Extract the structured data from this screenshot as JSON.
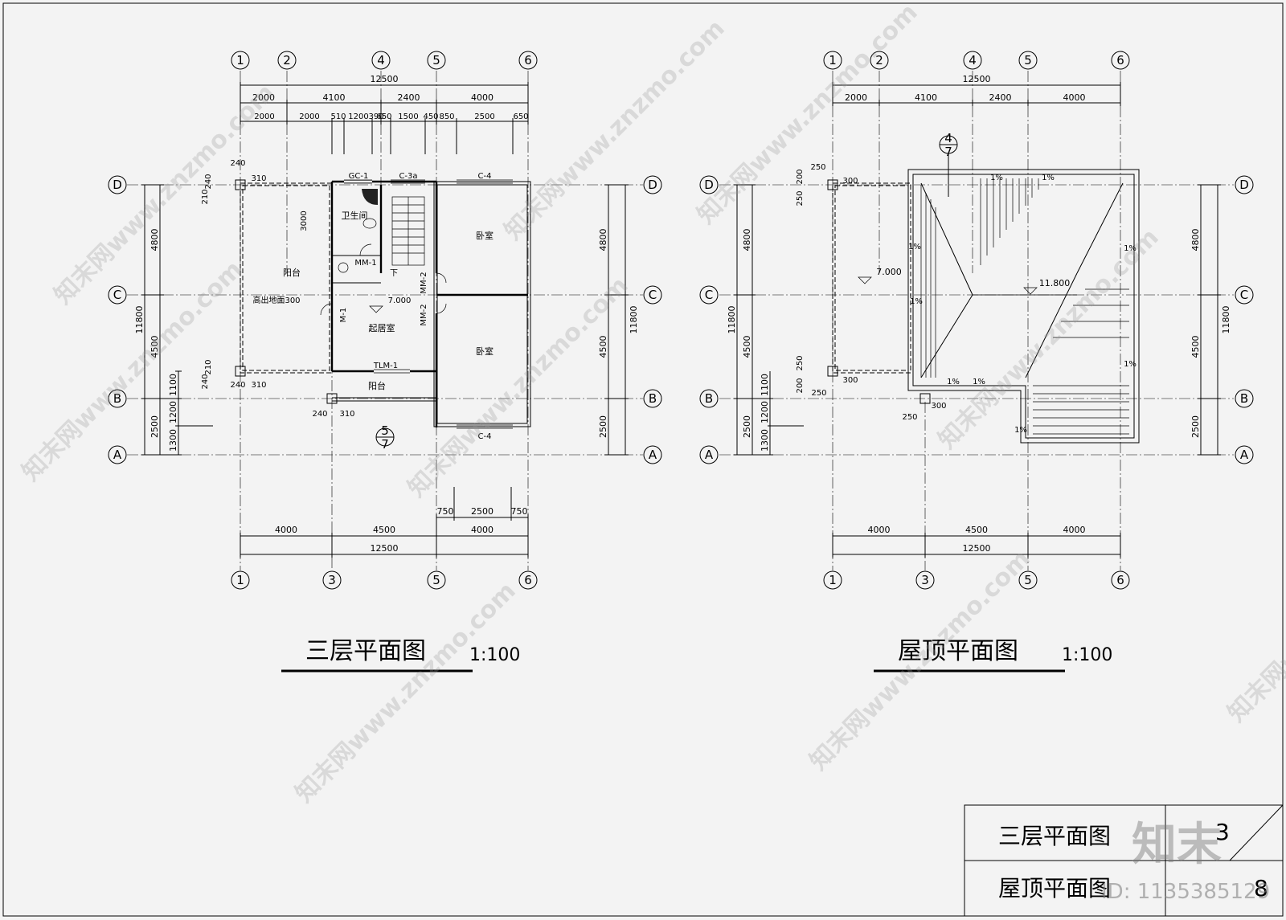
{
  "plans": [
    {
      "title": "三层平面图",
      "scale": "1:100",
      "axes_top": [
        "1",
        "2",
        "4",
        "5",
        "6"
      ],
      "axes_bottom": [
        "1",
        "3",
        "5",
        "6"
      ],
      "axes_side": [
        "D",
        "C",
        "B",
        "A"
      ],
      "dims_top_total": "12500",
      "dims_top_row1": [
        "2000",
        "4100",
        "2400",
        "4000"
      ],
      "dims_top_row2": [
        "2000",
        "2000",
        "510",
        "1200",
        "390",
        "650",
        "1500",
        "450",
        "850",
        "2500",
        "650"
      ],
      "dims_bottom_row1": [
        "750",
        "2500",
        "750"
      ],
      "dims_bottom_row2": [
        "4000",
        "4500",
        "4000"
      ],
      "dims_bottom_total": "12500",
      "dims_left_outer": [
        "4800",
        "4500",
        "2500"
      ],
      "dims_left_total": "11800",
      "dims_left_inner": [
        "1100",
        "1200",
        "1300"
      ],
      "dims_right_outer": [
        "4800",
        "4500",
        "2500"
      ],
      "dims_right_total": "11800",
      "col_dims": [
        "240",
        "310",
        "210",
        "240",
        "240",
        "210",
        "240",
        "310",
        "240",
        "310"
      ],
      "rooms": [
        "卫生间",
        "阳台",
        "起居室",
        "卧室",
        "卧室",
        "阳台"
      ],
      "labels": [
        "GC-1",
        "C-3a",
        "C-4",
        "C-4",
        "MM-1",
        "MM-2",
        "MM-2",
        "M-1",
        "TLM-1",
        "下",
        "3000",
        "高出地面300",
        "7.000"
      ],
      "section_mark": {
        "top": "5",
        "bottom": "7"
      }
    },
    {
      "title": "屋顶平面图",
      "scale": "1:100",
      "axes_top": [
        "1",
        "2",
        "4",
        "5",
        "6"
      ],
      "axes_bottom": [
        "1",
        "3",
        "5",
        "6"
      ],
      "axes_side": [
        "D",
        "C",
        "B",
        "A"
      ],
      "dims_top_total": "12500",
      "dims_top_row1": [
        "2000",
        "4100",
        "2400",
        "4000"
      ],
      "dims_bottom_row2": [
        "4000",
        "4500",
        "4000"
      ],
      "dims_bottom_total": "12500",
      "dims_left_outer": [
        "4800",
        "4500",
        "2500"
      ],
      "dims_left_total": "11800",
      "dims_left_inner": [
        "1100",
        "1200",
        "1300"
      ],
      "dims_right_outer": [
        "4800",
        "4500",
        "2500"
      ],
      "dims_right_total": "11800",
      "col_dims": [
        "250",
        "300",
        "200",
        "250",
        "250",
        "200",
        "250",
        "300",
        "250",
        "300"
      ],
      "slopes": [
        "1%",
        "1%",
        "1%",
        "1%",
        "1%",
        "1%",
        "1%",
        "1%",
        "1%"
      ],
      "elevations": [
        "7.000",
        "11.800"
      ],
      "section_mark": {
        "top": "4",
        "bottom": "7"
      }
    }
  ],
  "title_block": {
    "line1": "三层平面图",
    "line2": "屋顶平面图",
    "sheet_no": "3",
    "sheet_total": "8"
  },
  "watermark": {
    "text": "www.znzmo.com",
    "brand": "知末网",
    "logo": "知末",
    "id": "ID: 1135385129"
  }
}
